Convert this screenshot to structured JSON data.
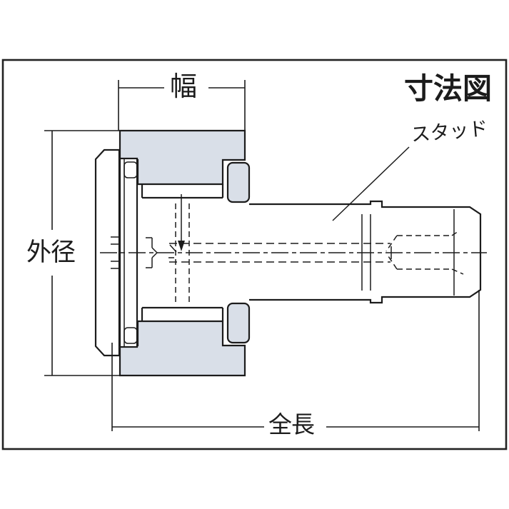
{
  "title": "寸法図",
  "labels": {
    "width": "幅",
    "outer_diameter": "外径",
    "total_length": "全長",
    "stud": "スタッド"
  },
  "colors": {
    "line": "#1c1c1c",
    "frame": "#222222",
    "section_fill": "#d9dfe8",
    "background": "#ffffff"
  }
}
